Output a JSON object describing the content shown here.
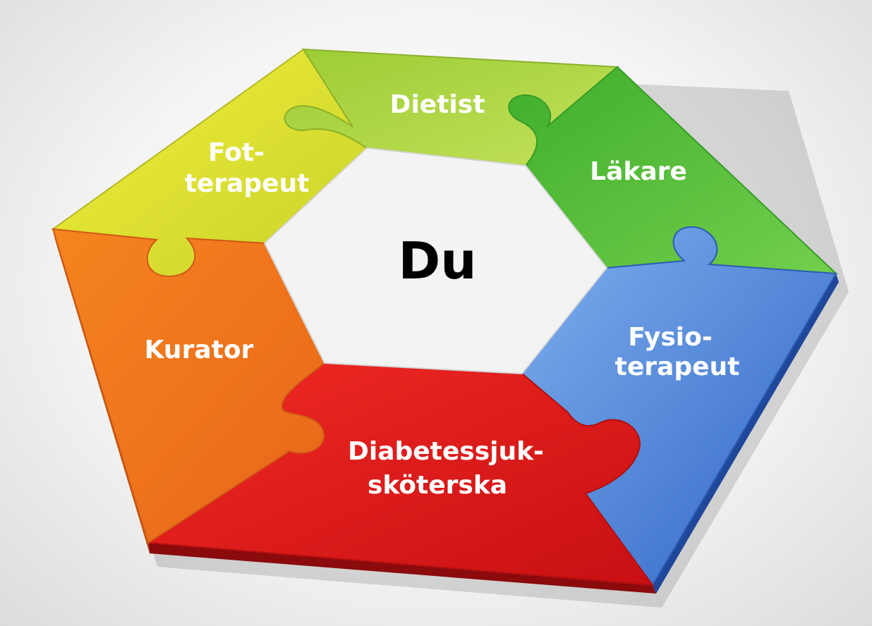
{
  "center": {
    "label": "Du"
  },
  "pieces": [
    {
      "id": "dietist",
      "lines": [
        "Dietist"
      ],
      "color": "#b5d63d"
    },
    {
      "id": "lakare",
      "lines": [
        "Läkare"
      ],
      "color": "#5bbf3a"
    },
    {
      "id": "fysioterapeut",
      "lines": [
        "Fysio-",
        "terapeut"
      ],
      "color": "#3f7fd6"
    },
    {
      "id": "diabetessjukskoterska",
      "lines": [
        "Diabetessjuk-",
        "sköterska"
      ],
      "color": "#e01f1f"
    },
    {
      "id": "kurator",
      "lines": [
        "Kurator"
      ],
      "color": "#f07a1c"
    },
    {
      "id": "fotterapeut",
      "lines": [
        "Fot-",
        "terapeut"
      ],
      "color": "#dce23a"
    }
  ]
}
